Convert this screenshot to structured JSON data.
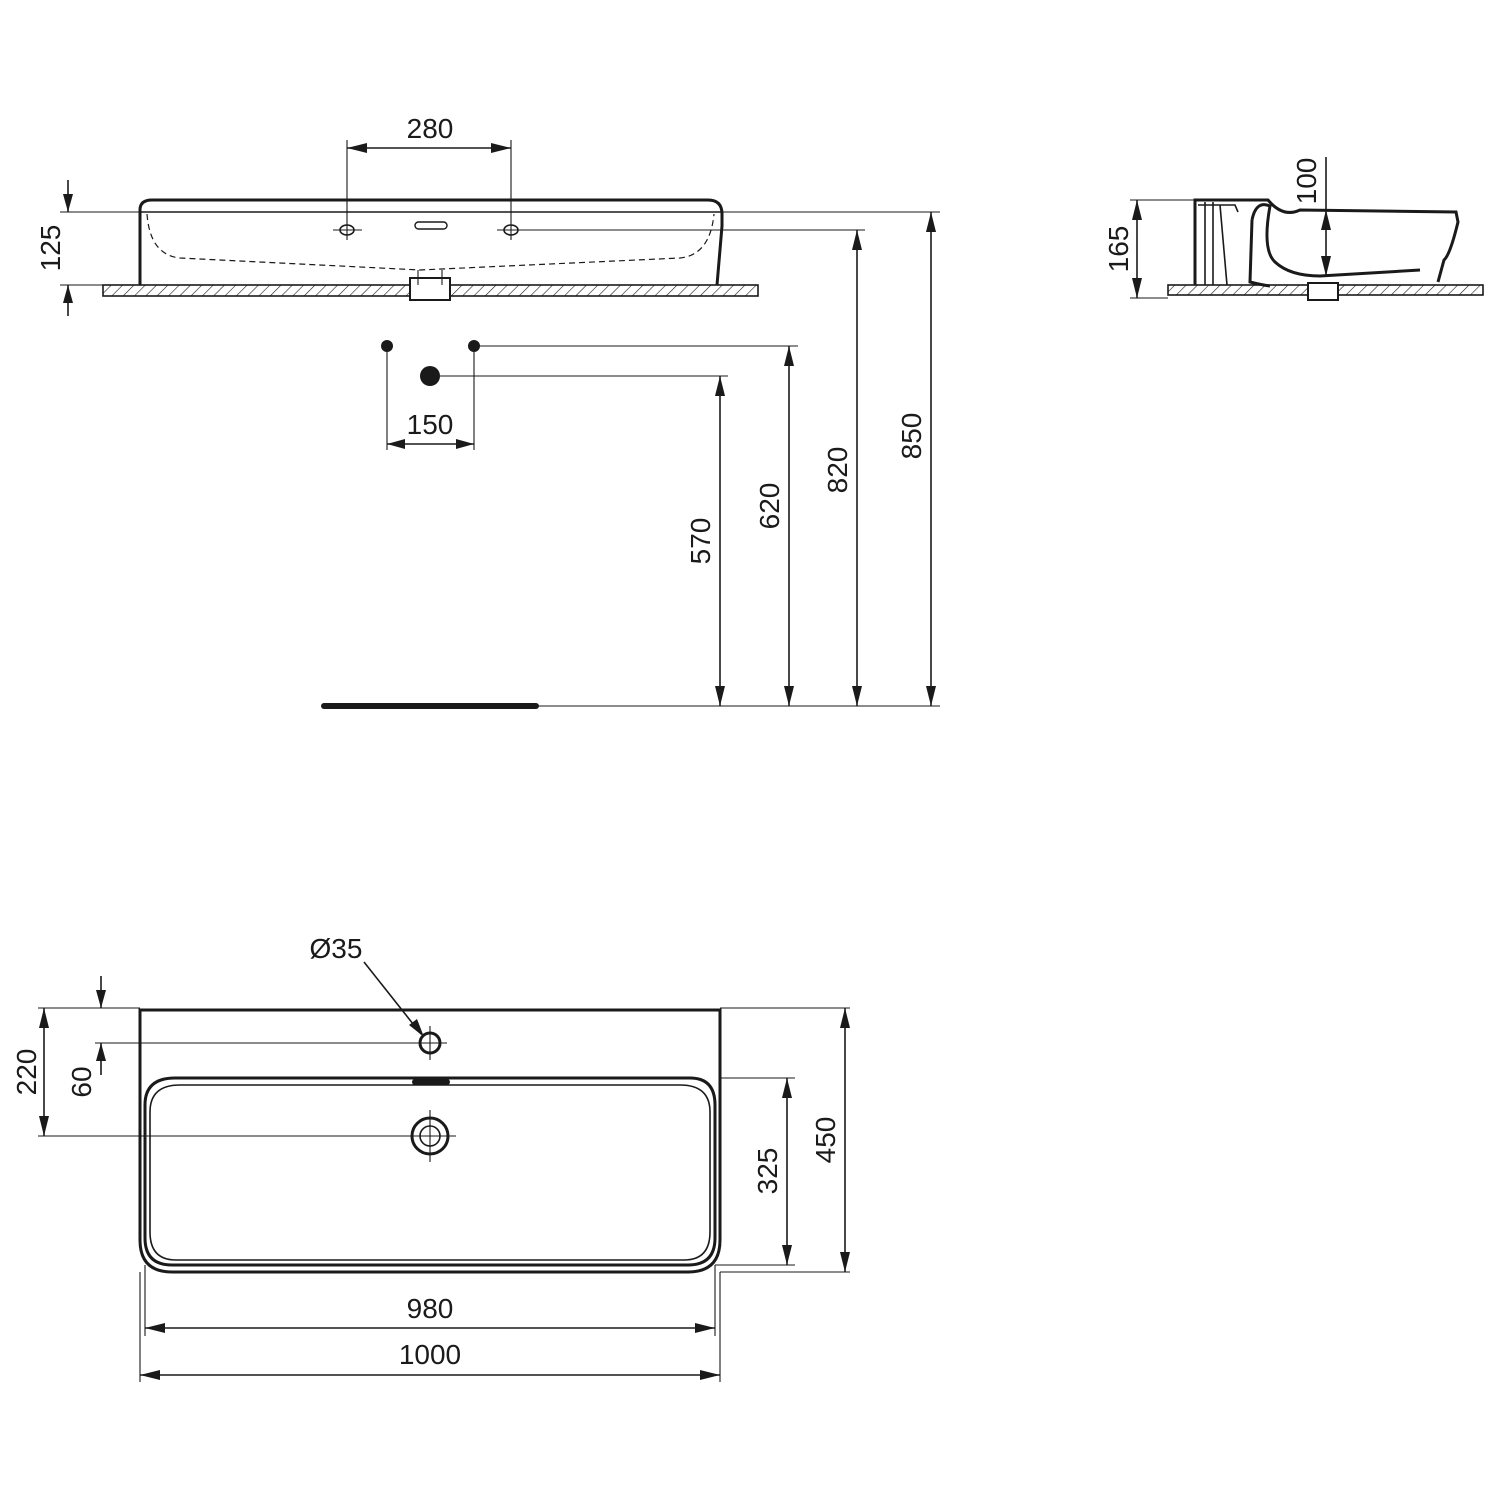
{
  "drawing": {
    "dimensions": {
      "front_faucet_spacing": "280",
      "front_basin_height": "125",
      "front_supply_spacing": "150",
      "front_height_570": "570",
      "front_height_620": "620",
      "front_height_820": "820",
      "front_height_850": "850",
      "side_height_165": "165",
      "side_depth_100": "100",
      "top_hole_diameter": "Ø35",
      "top_offset_220": "220",
      "top_offset_60": "60",
      "top_inner_depth": "325",
      "top_depth": "450",
      "top_inner_width": "980",
      "top_width": "1000"
    }
  }
}
